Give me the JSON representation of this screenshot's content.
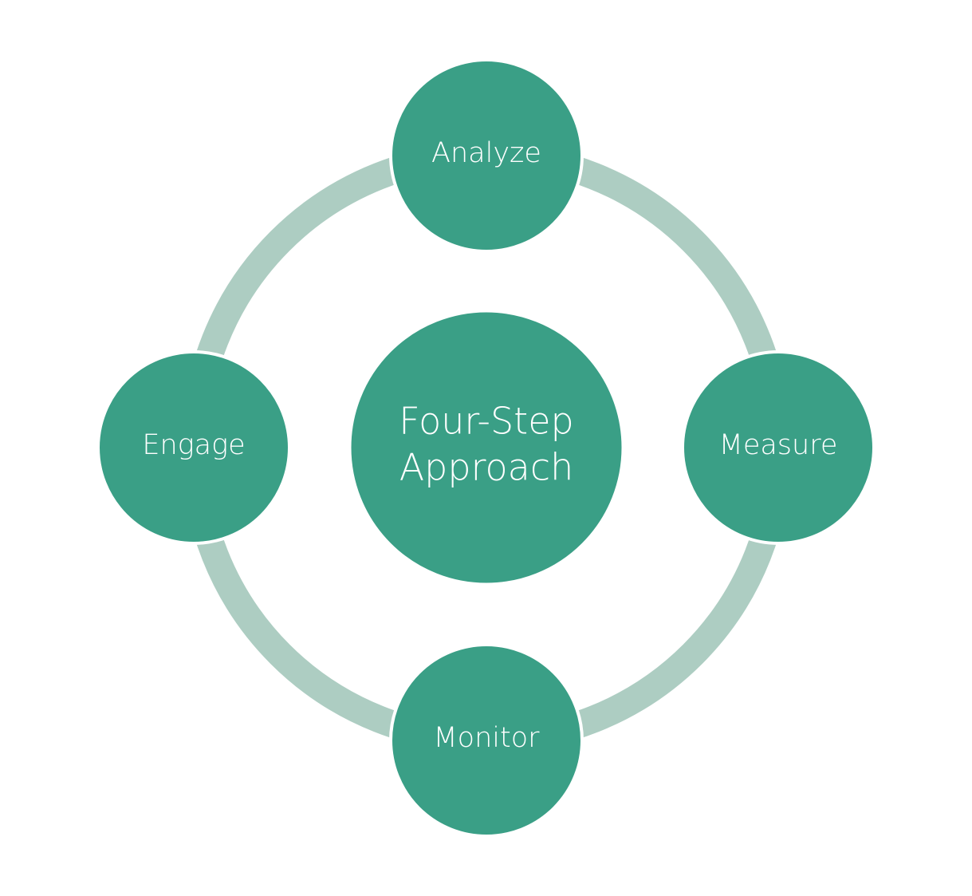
{
  "diagram": {
    "type": "cycle",
    "colors": {
      "node_fill": "#3a9f86",
      "ring": "#adcdc2",
      "node_border": "#ffffff",
      "text": "#ffffff",
      "background": "#ffffff"
    },
    "center": {
      "lines": [
        "Four-Step",
        "Approach"
      ]
    },
    "steps": [
      {
        "label": "Analyze",
        "position": "top"
      },
      {
        "label": "Measure",
        "position": "right"
      },
      {
        "label": "Monitor",
        "position": "bottom"
      },
      {
        "label": "Engage",
        "position": "left"
      }
    ]
  }
}
